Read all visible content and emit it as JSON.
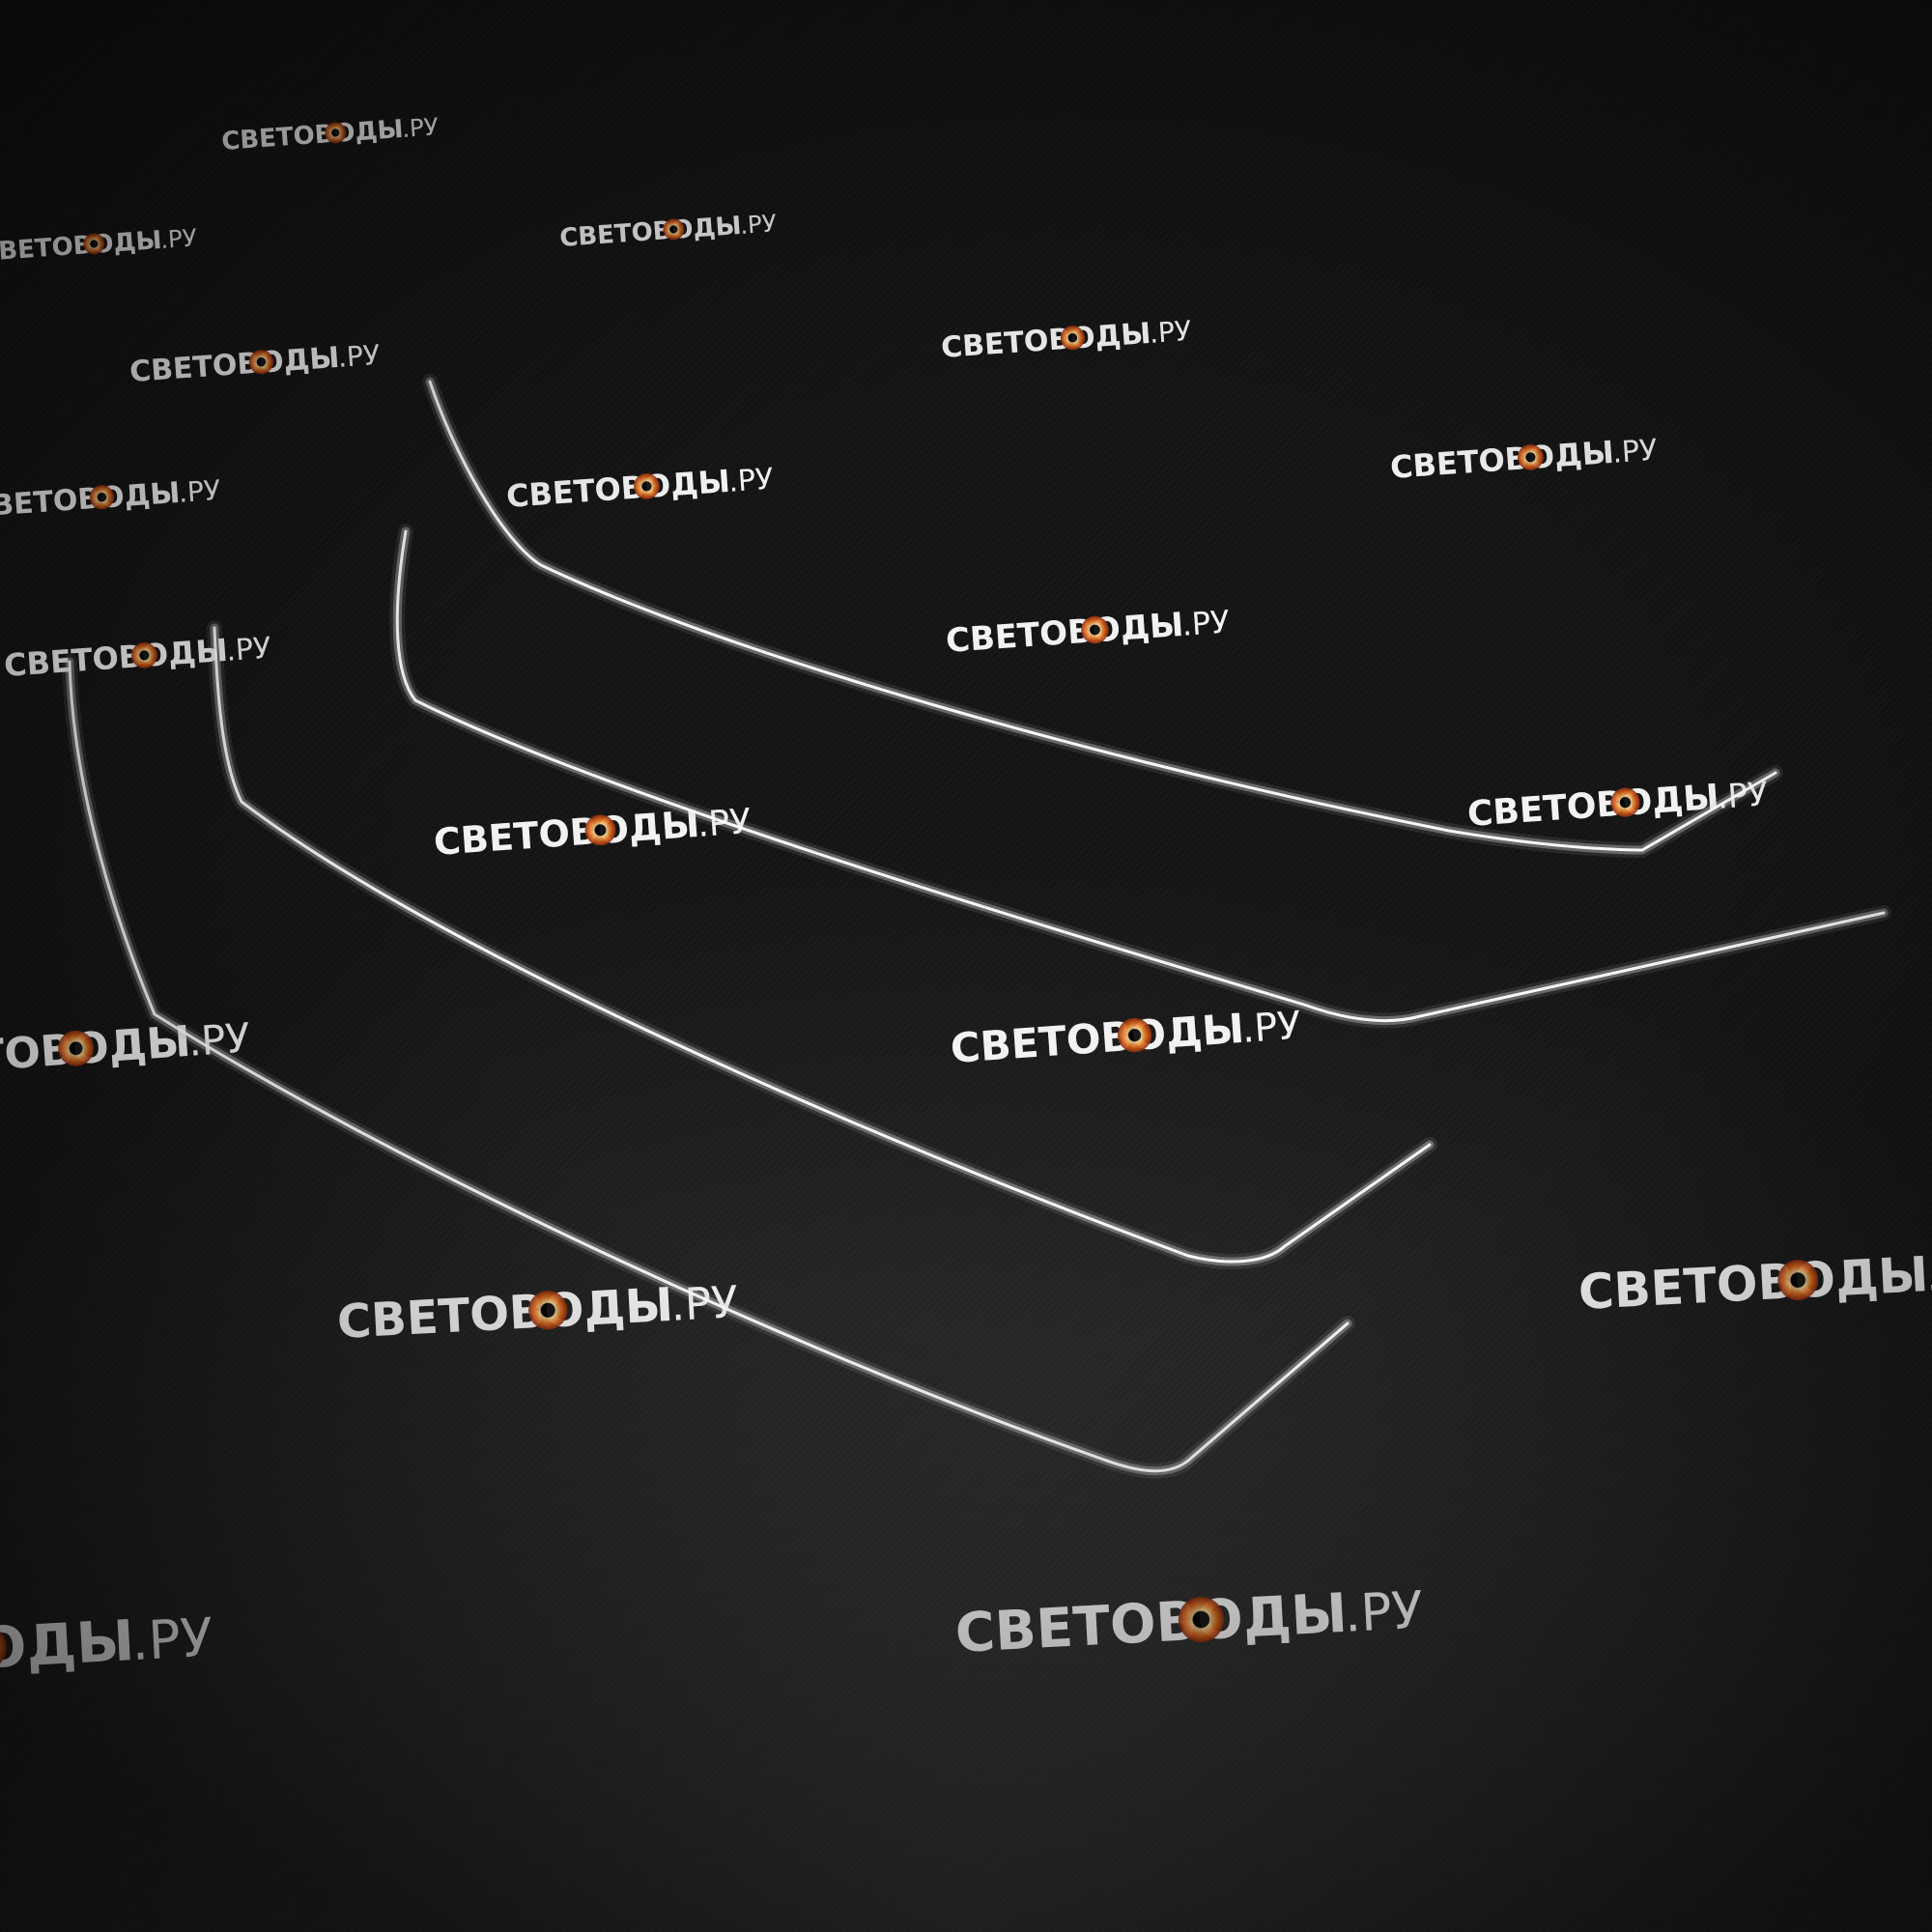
{
  "watermark": {
    "brand_text": "СВЕТОВОДЫ",
    "suffix_text": ".РУ",
    "text_color": "#f2f2f2",
    "o_ring_colors": [
      "#f5d08a",
      "#e06a1a",
      "#8a2a10"
    ]
  },
  "scene": {
    "background_color": "#1a1a1a",
    "light_guide_color": "#dcdcdc",
    "light_guide_count": 4
  }
}
